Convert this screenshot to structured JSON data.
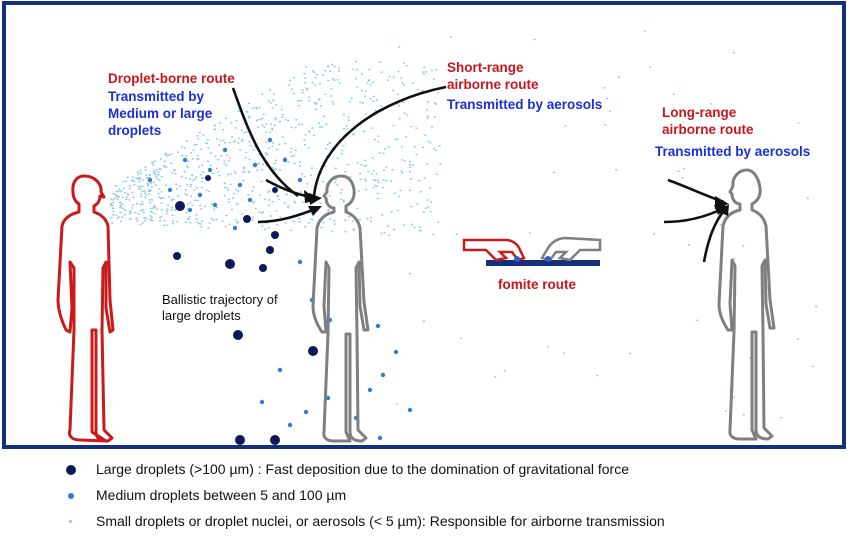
{
  "colors": {
    "frame": "#15307a",
    "person_red": "#cc1a1a",
    "person_gray": "#7f7f7f",
    "large_droplet": "#0d1a57",
    "medium_droplet": "#2f7fd6",
    "small_droplet": "#8ec8e8",
    "route_red": "#c8161d",
    "route_blue": "#1b2fd6"
  },
  "labels": {
    "droplet_route": "Droplet-borne route",
    "droplet_transmit_1": "Transmitted by",
    "droplet_transmit_2": "Medium or large",
    "droplet_transmit_3": "droplets",
    "short_range_1": "Short-range",
    "short_range_2": "airborne route",
    "short_range_transmit": "Transmitted by aerosols",
    "long_range_1": "Long-range",
    "long_range_2": "airborne route",
    "long_range_transmit": "Transmitted by aerosols",
    "ballistic_1": "Ballistic trajectory of",
    "ballistic_2": "large droplets",
    "fomite": "fomite route"
  },
  "legend": {
    "large": "Large droplets (>100 µm) : Fast deposition due to the domination of gravitational force",
    "medium": "Medium droplets between 5 and 100 µm",
    "small": "Small droplets or droplet nuclei, or aerosols (< 5 µm): Responsible for airborne transmission"
  }
}
